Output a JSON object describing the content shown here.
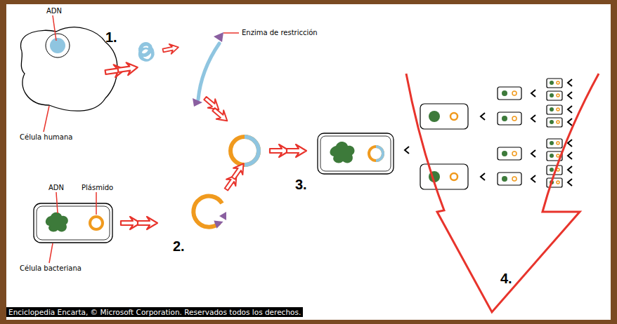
{
  "diagram": {
    "caption": "Enciclopedia Encarta, © Microsoft Corporation. Reservados todos los derechos.",
    "labels": [
      "ADN",
      "1.",
      "Enzima de restricción",
      "Célula humana",
      "ADN",
      "Plásmido",
      "Célula bacteriana",
      "2.",
      "3.",
      "4."
    ]
  }
}
